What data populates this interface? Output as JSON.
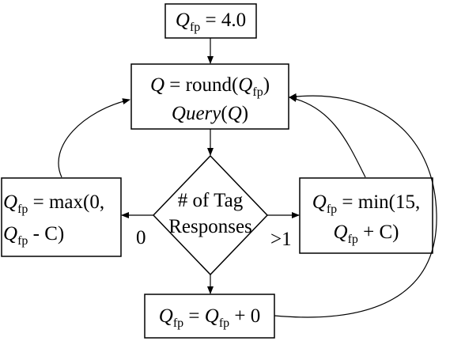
{
  "nodes": {
    "init": {
      "var": "Q",
      "sub": "fp",
      "rest": " = 4.0"
    },
    "query": {
      "line1_var": "Q",
      "line1_mid": " = round(",
      "line1_var2": "Q",
      "line1_sub": "fp",
      "line1_end": ")",
      "line2_fn": "Query",
      "line2_open": "(",
      "line2_var": "Q",
      "line2_close": ")"
    },
    "decision": {
      "line1": "# of Tag",
      "line2": "Responses"
    },
    "left": {
      "line1_var": "Q",
      "line1_sub": "fp",
      "line1_rest": " = max(0,",
      "line2_var": "Q",
      "line2_sub": "fp",
      "line2_rest": " - C)"
    },
    "right": {
      "line1_var": "Q",
      "line1_sub": "fp",
      "line1_rest": " = min(15,",
      "line2_var": "Q",
      "line2_sub": "fp",
      "line2_rest": " + C)"
    },
    "bottom": {
      "var1": "Q",
      "sub1": "fp",
      "eq": " = ",
      "var2": "Q",
      "sub2": "fp",
      "rest": " + 0"
    }
  },
  "edge_labels": {
    "zero": "0",
    "greater": ">1"
  },
  "colors": {
    "stroke": "#000000",
    "text": "#000000",
    "background": "#ffffff"
  }
}
